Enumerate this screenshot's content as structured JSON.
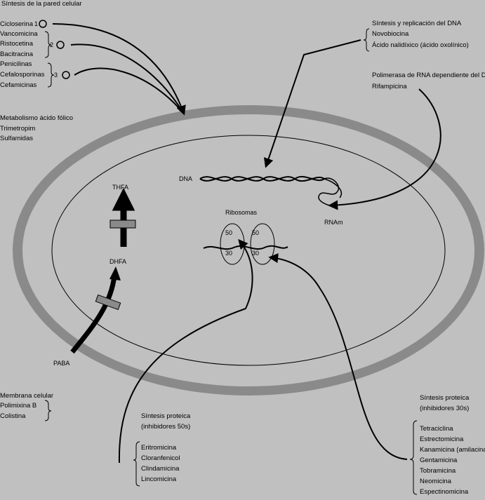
{
  "colors": {
    "background": "#c0c0c0",
    "wall": "#8a8a8a",
    "ink": "#000000"
  },
  "wall_synthesis": {
    "title": "Síntesis de la pared celular",
    "drugs": [
      "Cicloserina",
      "Vancomicina",
      "Ristocetina",
      "Bacitracina",
      "Penicilinas",
      "Cefalosporinas",
      "Cefamicinas"
    ],
    "step_numbers": [
      "1",
      "2",
      "3"
    ]
  },
  "folate": {
    "title": "Metabolismo ácido fólico",
    "drugs": [
      "Trimetropim",
      "Sulfamidas"
    ],
    "paba": "PABA",
    "dhfa": "DHFA",
    "thfa": "THFA"
  },
  "dna_synthesis": {
    "title": "Síntesis y replicación del DNA",
    "drugs": [
      "Novobiocina",
      "Ácido nalidíxico (ácido oxolínico)"
    ]
  },
  "rna_polymerase": {
    "title": "Polimerasa de RNA dependiente del DNA",
    "drugs": [
      "Rifampicina"
    ]
  },
  "cell": {
    "dna": "DNA",
    "mrna": "RNAm",
    "ribosomes": "Ribosomas",
    "sub50": "50",
    "sub30": "30"
  },
  "membrane": {
    "title": "Membrana celular",
    "drugs": [
      "Polimixina B",
      "Colistina"
    ]
  },
  "protein_50s": {
    "title": "Síntesis proteica",
    "subtitle": "(inhibidores 50s)",
    "drugs": [
      "Eritromicina",
      "Cloranfenicol",
      "Clindamicina",
      "Lincomicina"
    ]
  },
  "protein_30s": {
    "title": "Síntesis proteica",
    "subtitle": "(inhibidores 30s)",
    "drugs": [
      "Tetraciclina",
      "Estrectomicina",
      "Kanamicina (amilacina)",
      "Gentamicina",
      "Tobramicina",
      "Neomicina",
      "Espectinomicina"
    ]
  }
}
